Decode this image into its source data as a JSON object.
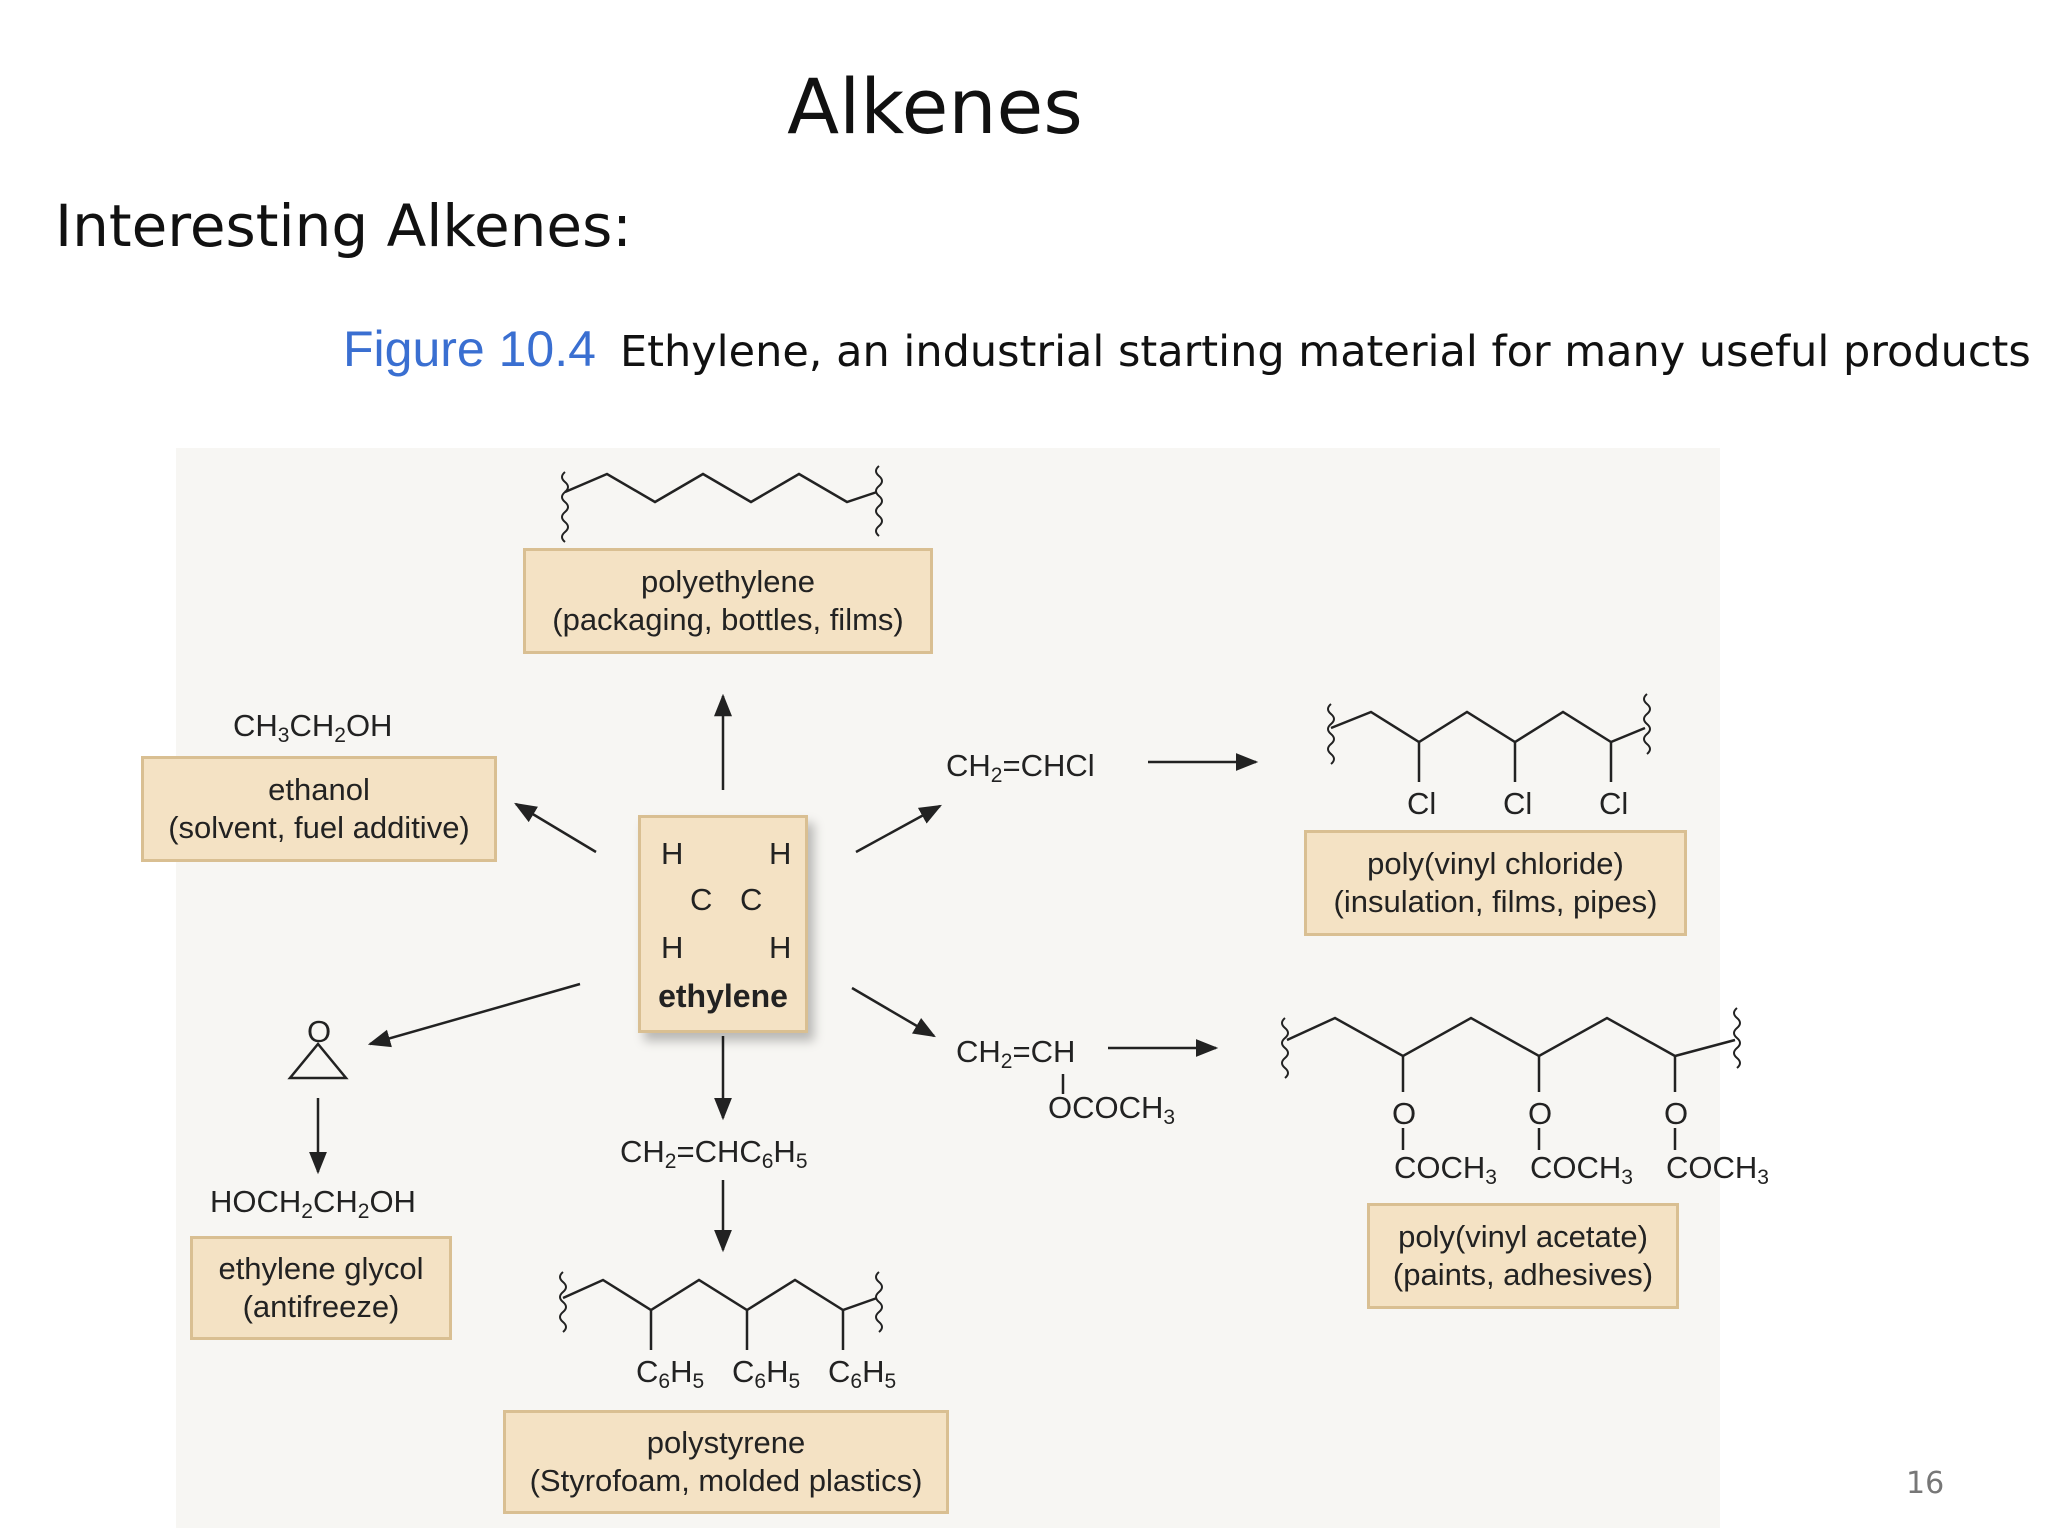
{
  "slide": {
    "title": "Alkenes",
    "subtitle": "Interesting Alkenes:",
    "figure_label": "Figure 10.4",
    "figure_caption": "Ethylene, an industrial starting material for many useful products",
    "page_number": "16"
  },
  "center": {
    "name": "ethylene",
    "atom_h": "H",
    "atom_c": "C"
  },
  "boxes": {
    "polyethylene": {
      "line1": "polyethylene",
      "line2": "(packaging, bottles, films)"
    },
    "ethanol": {
      "line1": "ethanol",
      "line2": "(solvent, fuel additive)"
    },
    "pvc": {
      "line1": "poly(vinyl chloride)",
      "line2": "(insulation, films, pipes)"
    },
    "pva": {
      "line1": "poly(vinyl acetate)",
      "line2": "(paints, adhesives)"
    },
    "glycol": {
      "line1": "ethylene glycol",
      "line2": "(antifreeze)"
    },
    "polystyrene": {
      "line1": "polystyrene",
      "line2": "(Styrofoam, molded plastics)"
    }
  },
  "formulas": {
    "ethanol": {
      "a": "CH",
      "a_sub": "3",
      "b": "CH",
      "b_sub": "2",
      "c": "OH"
    },
    "vinyl_chloride": {
      "a": "CH",
      "a_sub": "2",
      "b": "=CHCl"
    },
    "vinyl_acetate": {
      "a": "CH",
      "a_sub": "2",
      "b": "=CH",
      "sub_group": "OCOCH",
      "sub_group_sub": "3"
    },
    "styrene": {
      "a": "CH",
      "a_sub": "2",
      "b": "=CHC",
      "b_sub": "6",
      "c": "H",
      "c_sub": "5"
    },
    "glycol": {
      "a": "HOCH",
      "a_sub": "2",
      "b": "CH",
      "b_sub": "2",
      "c": "OH"
    },
    "epoxide_o": "O",
    "cl": "Cl",
    "o": "O",
    "coch3": {
      "a": "COCH",
      "a_sub": "3"
    },
    "c6h5": {
      "a": "C",
      "a_sub": "6",
      "b": "H",
      "b_sub": "5"
    }
  }
}
